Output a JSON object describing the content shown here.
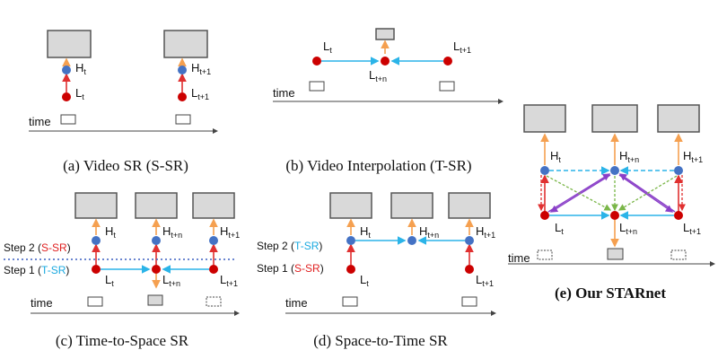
{
  "panels": {
    "a": {
      "caption": "(a) Video SR (S-SR)",
      "time_label": "time",
      "nodes": {
        "H_base": "H",
        "H_sub1": "t",
        "H_sub2": "t+1",
        "L_base": "L",
        "L_sub1": "t",
        "L_sub2": "t+1"
      }
    },
    "b": {
      "caption": "(b) Video Interpolation (T-SR)",
      "time_label": "time",
      "nodes": {
        "L_base": "L",
        "L_sub1": "t",
        "L_sub_mid": "t+n",
        "L_sub2": "t+1"
      }
    },
    "c": {
      "caption": "(c) Time-to-Space SR",
      "time_label": "time",
      "step2": "Step 2 (",
      "step2_tag": "S-SR",
      "step1": "Step 1 (",
      "step1_tag": "T-SR",
      "close": ")",
      "nodes": {
        "H_base": "H",
        "L_base": "L",
        "sub_t": "t",
        "sub_tn": "t+n",
        "sub_t1": "t+1"
      }
    },
    "d": {
      "caption": "(d) Space-to-Time SR",
      "time_label": "time",
      "step2": "Step 2 (",
      "step2_tag": "T-SR",
      "step1": "Step 1 (",
      "step1_tag": "S-SR",
      "close": ")",
      "nodes": {
        "H_base": "H",
        "L_base": "L",
        "sub_t": "t",
        "sub_tn": "t+n",
        "sub_t1": "t+1"
      }
    },
    "e": {
      "caption": "(e) Our STARnet",
      "time_label": "time",
      "nodes": {
        "H_base": "H",
        "L_base": "L",
        "sub_t": "t",
        "sub_tn": "t+n",
        "sub_t1": "t+1"
      }
    }
  },
  "colors": {
    "low_res_node": "#cc0000",
    "high_res_node": "#4472c4",
    "spatial_arrow": "#e03030",
    "output_arrow": "#f5a050",
    "temporal_arrow": "#2bb4e8",
    "cross_arrow": "#8a3fc8",
    "feedback_arrow": "#7ab648"
  }
}
